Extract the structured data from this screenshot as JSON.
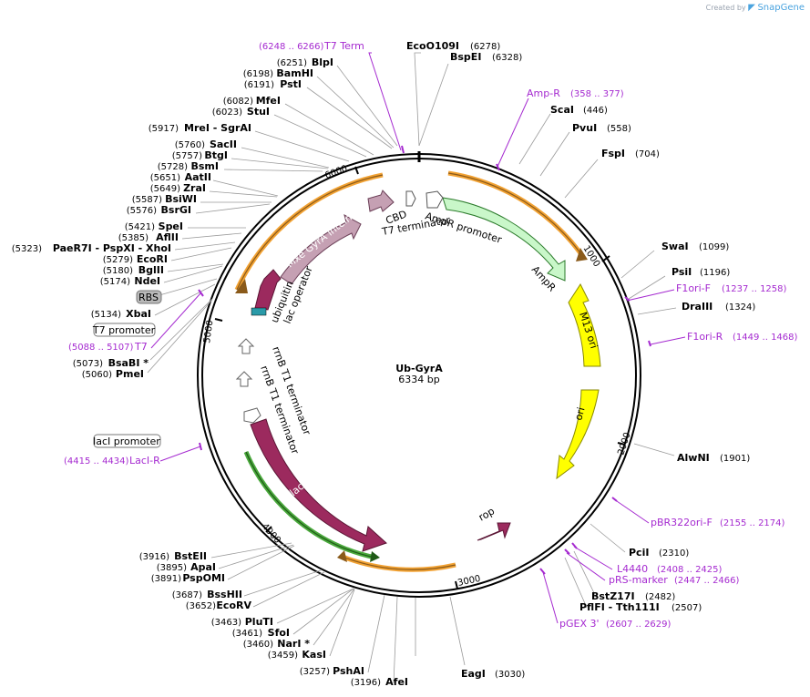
{
  "watermark": {
    "prefix": "Created by",
    "brand": "SnapGene"
  },
  "plasmid": {
    "name": "Ub-GyrA",
    "size_label": "6334 bp"
  },
  "ring_ticks": [
    "1000",
    "2000",
    "3000",
    "4000",
    "5000",
    "6000"
  ],
  "sites_top_right": [
    {
      "name": "EcoO109I",
      "pos": "(6278)"
    },
    {
      "name": "BspEI",
      "pos": "(6328)"
    },
    {
      "name": "ScaI",
      "pos": "(446)"
    },
    {
      "name": "PvuI",
      "pos": "(558)"
    },
    {
      "name": "FspI",
      "pos": "(704)"
    },
    {
      "name": "SwaI",
      "pos": "(1099)"
    },
    {
      "name": "PsiI",
      "pos": "(1196)"
    },
    {
      "name": "DraIII",
      "pos": "(1324)"
    },
    {
      "name": "AlwNI",
      "pos": "(1901)"
    },
    {
      "name": "PciI",
      "pos": "(2310)"
    },
    {
      "name": "BstZ17I",
      "pos": "(2482)"
    },
    {
      "name": "PflFI - Tth111I",
      "pos": "(2507)"
    },
    {
      "name": "EagI",
      "pos": "(3030)"
    }
  ],
  "sites_left": [
    {
      "name": "BlpI",
      "pos": "(6251)"
    },
    {
      "name": "BamHI",
      "pos": "(6198)"
    },
    {
      "name": "PstI",
      "pos": "(6191)"
    },
    {
      "name": "MfeI",
      "pos": "(6082)"
    },
    {
      "name": "StuI",
      "pos": "(6023)"
    },
    {
      "name": "MreI - SgrAI",
      "pos": "(5917)"
    },
    {
      "name": "SacII",
      "pos": "(5760)"
    },
    {
      "name": "BtgI",
      "pos": "(5757)"
    },
    {
      "name": "BsmI",
      "pos": "(5728)"
    },
    {
      "name": "AatII",
      "pos": "(5651)"
    },
    {
      "name": "ZraI",
      "pos": "(5649)"
    },
    {
      "name": "BsiWI",
      "pos": "(5587)"
    },
    {
      "name": "BsrGI",
      "pos": "(5576)"
    },
    {
      "name": "SpeI",
      "pos": "(5421)"
    },
    {
      "name": "AflII",
      "pos": "(5385)"
    },
    {
      "name": "PaeR7I - PspXI - XhoI",
      "pos": "(5323)"
    },
    {
      "name": "EcoRI",
      "pos": "(5279)"
    },
    {
      "name": "BglII",
      "pos": "(5180)"
    },
    {
      "name": "NdeI",
      "pos": "(5174)"
    },
    {
      "name": "XbaI",
      "pos": "(5134)"
    },
    {
      "name": "BsaBI *",
      "pos": "(5073)"
    },
    {
      "name": "PmeI",
      "pos": "(5060)"
    }
  ],
  "sites_bottom_left": [
    {
      "name": "BstEII",
      "pos": "(3916)"
    },
    {
      "name": "ApaI",
      "pos": "(3895)"
    },
    {
      "name": "PspOMI",
      "pos": "(3891)"
    },
    {
      "name": "BssHII",
      "pos": "(3687)"
    },
    {
      "name": "EcoRV",
      "pos": "(3652)"
    },
    {
      "name": "PluTI",
      "pos": "(3463)"
    },
    {
      "name": "SfoI",
      "pos": "(3461)"
    },
    {
      "name": "NarI *",
      "pos": "(3460)"
    },
    {
      "name": "KasI",
      "pos": "(3459)"
    },
    {
      "name": "PshAI",
      "pos": "(3257)"
    },
    {
      "name": "AfeI",
      "pos": "(3196)"
    }
  ],
  "primers": [
    {
      "name": "T7 Term",
      "range": "(6248 .. 6266)"
    },
    {
      "name": "Amp-R",
      "range": "(358 .. 377)"
    },
    {
      "name": "F1ori-F",
      "range": "(1237 .. 1258)"
    },
    {
      "name": "F1ori-R",
      "range": "(1449 .. 1468)"
    },
    {
      "name": "pBR322ori-F",
      "range": "(2155 .. 2174)"
    },
    {
      "name": "L4440",
      "range": "(2408 .. 2425)"
    },
    {
      "name": "pRS-marker",
      "range": "(2447 .. 2466)"
    },
    {
      "name": "pGEX 3'",
      "range": "(2607 .. 2629)"
    },
    {
      "name": "LacI-R",
      "range": "(4415 .. 4434)"
    },
    {
      "name": "T7",
      "range": "(5088 .. 5107)"
    }
  ],
  "boxed_labels": [
    "RBS",
    "T7 promoter",
    "lacI promoter"
  ],
  "features": {
    "ampr_promoter": "AmpR promoter",
    "ampr": "AmpR",
    "m13_ori": "M13 ori",
    "ori": "ori",
    "rop": "rop",
    "laci": "lacI",
    "rrnb1": "rrnB T1 terminator",
    "rrnb2": "rrnB T1 terminator",
    "ubiquitin": "ubiquitin",
    "lac_operator": "lac operator",
    "mxe": "Mxe GyrA intein",
    "cbd": "CBD",
    "t7_terminator": "T7 terminator"
  },
  "colors": {
    "primer": "#a52ad0",
    "ampr": "#c9f7c9",
    "ori": "#ffff00",
    "laci": "#9c2a5e",
    "mxe": "#c5a0b3",
    "orf": "#f2a233"
  }
}
